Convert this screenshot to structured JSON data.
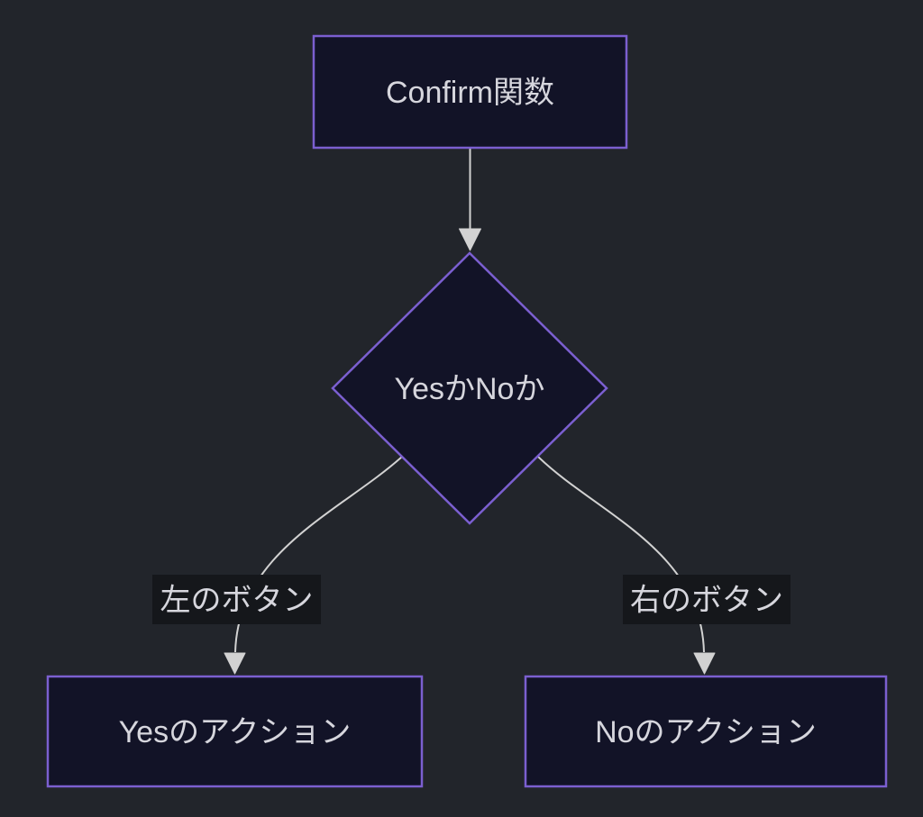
{
  "diagram": {
    "type": "flowchart",
    "direction": "top-down",
    "colors": {
      "background": "#22252b",
      "node-fill": "#121327",
      "node-border": "#7b5fd0",
      "edge": "#d2d2d2",
      "text": "#d6d6dd",
      "label-bg": "#15171b"
    },
    "nodes": [
      {
        "id": "confirm",
        "shape": "rectangle",
        "label": "Confirm関数"
      },
      {
        "id": "decision",
        "shape": "diamond",
        "label": "YesかNoか"
      },
      {
        "id": "yes-action",
        "shape": "rectangle",
        "label": "Yesのアクション"
      },
      {
        "id": "no-action",
        "shape": "rectangle",
        "label": "Noのアクション"
      }
    ],
    "edges": [
      {
        "from": "confirm",
        "to": "decision",
        "label": ""
      },
      {
        "from": "decision",
        "to": "yes-action",
        "label": "左のボタン"
      },
      {
        "from": "decision",
        "to": "no-action",
        "label": "右のボタン"
      }
    ]
  }
}
